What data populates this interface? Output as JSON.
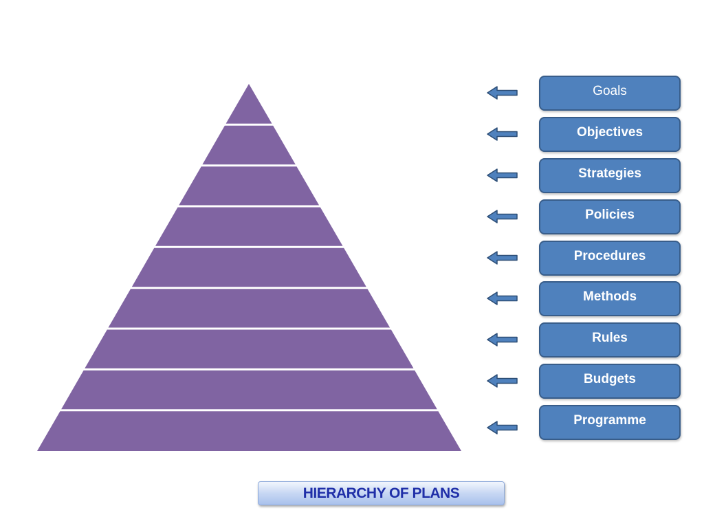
{
  "diagram": {
    "levels": [
      {
        "label": "Goals"
      },
      {
        "label": "Objectives"
      },
      {
        "label": "Strategies"
      },
      {
        "label": "Policies"
      },
      {
        "label": "Procedures"
      },
      {
        "label": "Methods"
      },
      {
        "label": "Rules"
      },
      {
        "label": "Budgets"
      },
      {
        "label": "Programme"
      }
    ],
    "title": "HIERARCHY OF PLANS",
    "colors": {
      "pyramid_fill": "#8064a2",
      "segment_divider": "#ffffff",
      "box_fill": "#4f81bd",
      "box_border": "#385d8a",
      "arrow_fill": "#4f81bd",
      "arrow_border": "#2c4d75",
      "title_text": "#1f2fa8"
    }
  }
}
